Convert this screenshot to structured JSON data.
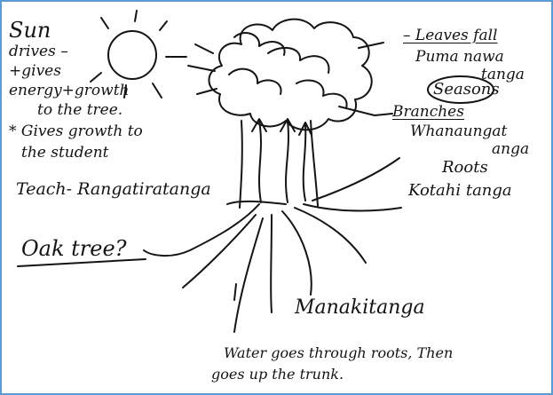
{
  "sun": {
    "line1": "Sun",
    "line2": "drives –",
    "line3": "+gives",
    "line4": "energy+growth",
    "line5": "to the tree.",
    "line6": "* Gives growth to",
    "line7": "the student"
  },
  "leaves": {
    "line1": "– Leaves fall",
    "line2": "Puma nawa",
    "line3": "tanga"
  },
  "seasons": "Seasons",
  "branches": {
    "line1": "Branches",
    "line2": "Whanaungat",
    "line3": "anga"
  },
  "roots": {
    "line1": "Roots",
    "line2": "Kotahi tanga"
  },
  "teach": "Teach- Rangatiratanga",
  "oak": "Oak tree?",
  "manaki": "Manakitanga",
  "water": {
    "line1": "Water goes through roots, Then",
    "line2": "goes up the trunk."
  }
}
